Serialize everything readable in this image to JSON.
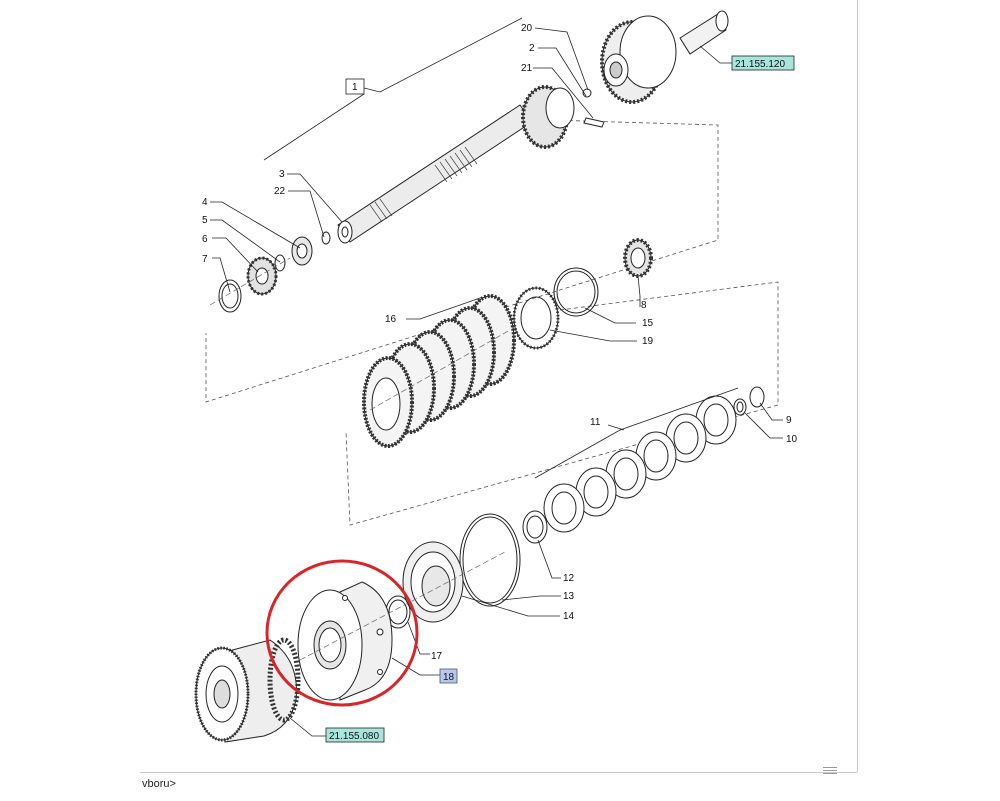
{
  "labels": {
    "l1": "1",
    "l2": "2",
    "l3": "3",
    "l4": "4",
    "l5": "5",
    "l6": "6",
    "l7": "7",
    "l8": "8",
    "l9": "9",
    "l10": "10",
    "l11": "11",
    "l12": "12",
    "l13": "13",
    "l14": "14",
    "l15": "15",
    "l16": "16",
    "l17": "17",
    "l18": "18",
    "l19": "19",
    "l20": "20",
    "l21": "21",
    "l22": "22"
  },
  "refs": {
    "top": "21.155.120",
    "bottom": "21.155.080"
  },
  "status": {
    "text": "vboru>"
  },
  "colors": {
    "ref_fill": "#a8e6dd",
    "highlight_fill": "#b6c7ee",
    "circle": "#d9252a"
  }
}
